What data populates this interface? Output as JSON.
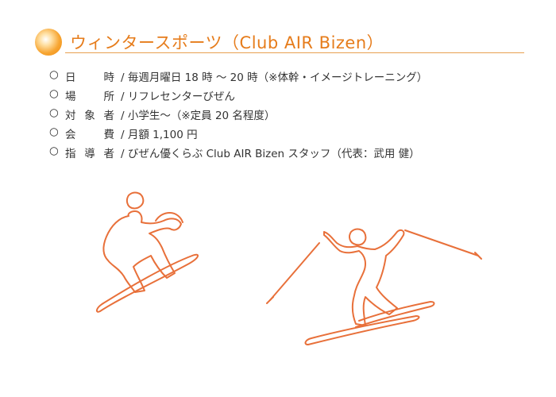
{
  "header": {
    "title": "ウィンタースポーツ（Club AIR Bizen）"
  },
  "details": [
    {
      "bullet": "○",
      "label": [
        "日",
        "時"
      ],
      "value": "/ 毎週月曜日  18 時 ～ 20 時（※体幹・イメージトレーニング）"
    },
    {
      "bullet": "○",
      "label": [
        "場",
        "所"
      ],
      "value": "/ リフレセンターびぜん"
    },
    {
      "bullet": "○",
      "label": [
        "対",
        "象",
        "者"
      ],
      "value": "/ 小学生～（※定員 20 名程度）"
    },
    {
      "bullet": "○",
      "label": [
        "会",
        "費"
      ],
      "value": "/ 月額 1,100 円"
    },
    {
      "bullet": "○",
      "label": [
        "指",
        "導",
        "者"
      ],
      "value": "/ びぜん優くらぶ Club AIR Bizen スタッフ（代表：武用 健）"
    }
  ],
  "colors": {
    "accent": "#e67c1b",
    "illustration_stroke": "#e8703a"
  },
  "illustrations": [
    "snowboarder-icon",
    "skier-icon"
  ]
}
